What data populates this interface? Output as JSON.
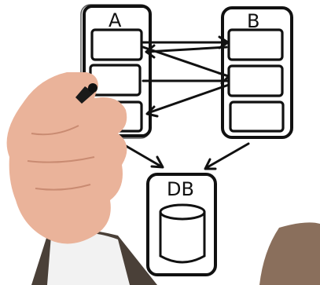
{
  "diagram": {
    "box_a_label": "A",
    "box_b_label": "B",
    "db_label": "DB"
  },
  "colors": {
    "ink": "#111111",
    "background": "#ffffff",
    "skin": "#eab39a",
    "sleeve_white": "#f2f2f2",
    "suit": "#4a4038"
  }
}
